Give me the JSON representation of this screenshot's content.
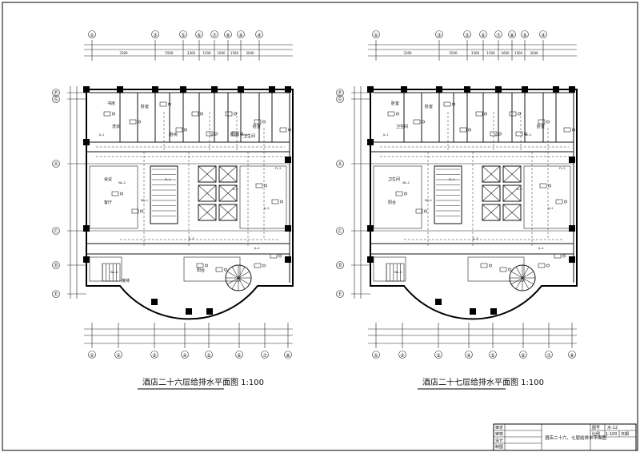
{
  "plans": [
    {
      "id": "floor-26",
      "title": "酒店二十六层给排水平面图 1:100",
      "top_axes": [
        "①",
        "③",
        "⑤",
        "⑥",
        "⑦",
        "⑧",
        "⑨",
        "④"
      ],
      "bottom_axes": [
        "①",
        "②",
        "③",
        "④",
        "⑤",
        "⑥",
        "⑦",
        "⑧"
      ],
      "left_axes": [
        "Ⓟ",
        "Ⓖ",
        "Ⓐ",
        "Ⓒ",
        "Ⓓ",
        "Ⓔ"
      ],
      "room_labels": [
        "书房",
        "卧室",
        "洗衣",
        "卧室",
        "会议",
        "客厅",
        "接待",
        "阳台",
        "卧房",
        "厨房",
        "卫生间"
      ],
      "pipe_tags": [
        "JL-1",
        "WL-2",
        "WL-1",
        "FL-1",
        "JL-3",
        "TL-1",
        "WL-3",
        "JL-2",
        "JL-4",
        "WL-4",
        "FL-2",
        "TL-2"
      ],
      "dim_labels": [
        "3300",
        "5500",
        "3300",
        "1500",
        "1600",
        "1500",
        "3040"
      ]
    },
    {
      "id": "floor-27",
      "title": "酒店二十七层给排水平面图 1:100",
      "top_axes": [
        "①",
        "③",
        "⑤",
        "⑥",
        "⑦",
        "⑧",
        "⑨",
        "④"
      ],
      "bottom_axes": [
        "①",
        "②",
        "③",
        "④",
        "⑤",
        "⑥",
        "⑦",
        "⑧"
      ],
      "left_axes": [
        "Ⓟ",
        "Ⓖ",
        "Ⓐ",
        "Ⓒ",
        "Ⓓ",
        "Ⓔ"
      ],
      "room_labels": [
        "卧室",
        "卧室",
        "卫生间",
        "卧室",
        "卫生间",
        "阳台"
      ],
      "pipe_tags": [
        "JL-1",
        "WL-2",
        "WL-1",
        "FL-1",
        "JL-3",
        "TL-1",
        "WL-3",
        "JL-2",
        "JL-4",
        "WL-4",
        "FL-2",
        "TL-2"
      ],
      "dim_labels": [
        "3300",
        "5500",
        "3300",
        "1500",
        "1600",
        "1500",
        "3040"
      ]
    }
  ],
  "title_block": {
    "project_name": "酒店二十六、七层给排水平面图",
    "drawing_no_label": "图号",
    "drawing_no": "水-12",
    "scale_label": "比例",
    "scale": "1:100",
    "date_label": "日期",
    "row_labels": [
      "审定",
      "审核",
      "设计",
      "制图"
    ]
  }
}
